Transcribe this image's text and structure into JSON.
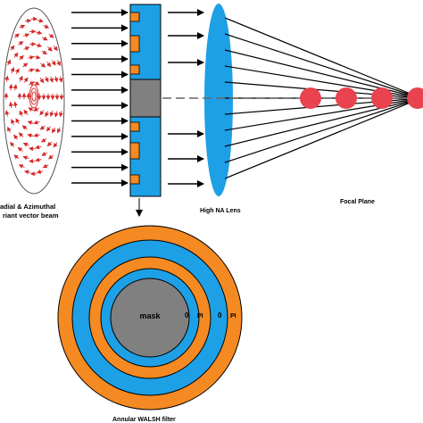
{
  "labels": {
    "beam_line1": "adial & Azimuthal",
    "beam_line2": "riant vector beam",
    "lens": "High NA Lens",
    "focal_plane": "Focal Plane",
    "filter": "Annular WALSH filter",
    "mask": "mask",
    "zone_inner_value": "0",
    "zone_inner_phase": "PI",
    "zone_outer_value": "0",
    "zone_outer_phase": "PI"
  },
  "colors": {
    "blue": "#1ea0e6",
    "orange": "#f58a23",
    "gray": "#808080",
    "focal_spot": "#e8434f",
    "field_arrows": "#d42a2a",
    "black": "#000000"
  },
  "counts": {
    "incoming_arrows": 12,
    "outgoing_arrows": 6,
    "focal_spots": 4
  }
}
